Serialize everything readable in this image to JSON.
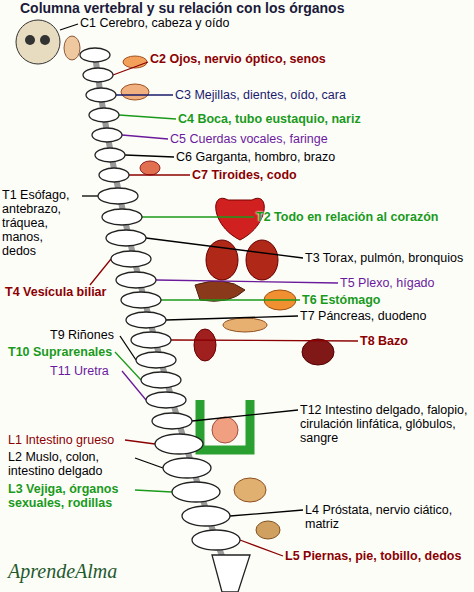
{
  "diagram": {
    "title": "Columna vertebral y su relación con los órganos",
    "labels": [
      "C1 Cerebro, cabeza y oído",
      "C2 Ojos, nervio óptico, senos",
      "C3 Mejillas, dientes, oído, cara",
      "C4 Boca, tubo eustaquio, nariz",
      "C5 Cuerdas vocales, faringe",
      "C6 Garganta, hombro, brazo",
      "C7 Tiroides, codo",
      "T1 Esófago, antebrazo, tráquea, manos, dedos",
      "T2 Todo en relación al corazón",
      "T3 Torax, pulmón, bronquios",
      "T4 Vesícula biliar",
      "T5 Plexo, hígado",
      "T6 Estómago",
      "T7 Páncreas, duodeno",
      "T8 Bazo",
      "T9 Riñones",
      "T10 Suprarenales",
      "T11 Uretra",
      "T12 Intestino delgado, falopio, cirulación linfática, glóbulos, sangre",
      "L1 Intestino grueso",
      "L2 Muslo, colon, intestino delgado",
      "L3 Vejiga, órganos sexuales, rodillas",
      "L4 Próstata, nervio ciático, matriz",
      "L5 Piernas, pie, tobillo, dedos",
      "AprendeAlma"
    ]
  }
}
